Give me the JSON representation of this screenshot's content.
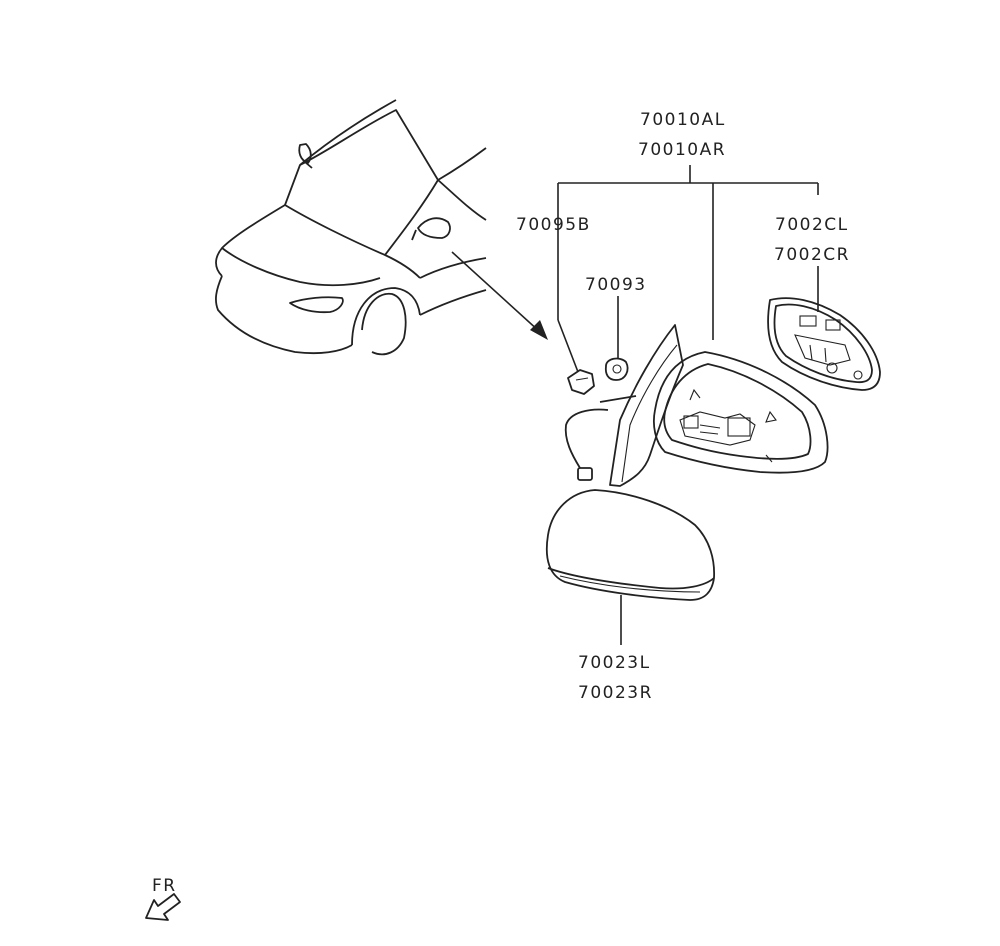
{
  "parts": {
    "mirror_assy": [
      "70010AL",
      "70010AR"
    ],
    "screw": "70095B",
    "nut": "70093",
    "mirror_glass": [
      "7002CL",
      "7002CR"
    ],
    "cover": [
      "70023L",
      "70023R"
    ]
  },
  "front_indicator": "FR"
}
